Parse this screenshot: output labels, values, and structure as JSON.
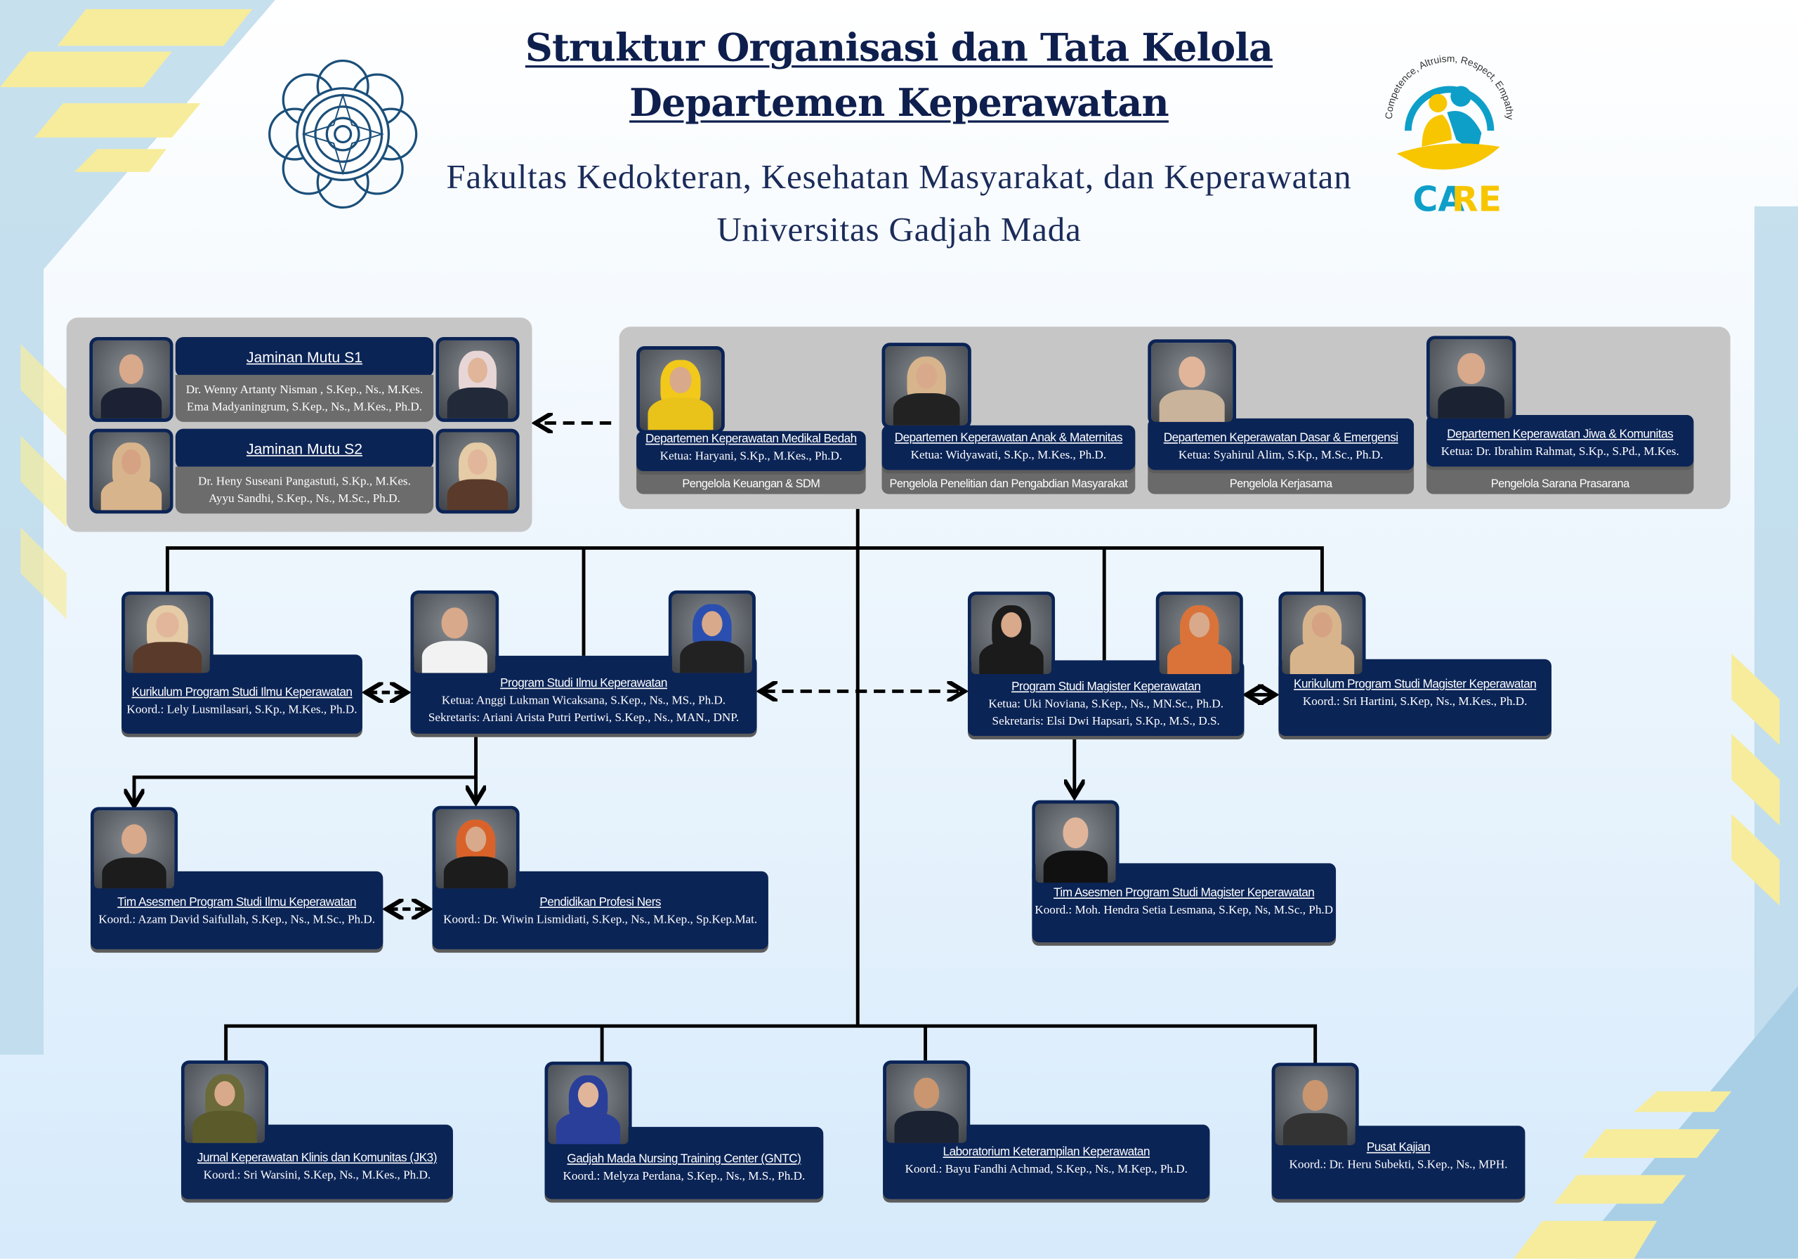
{
  "header": {
    "title_line1": "Struktur Organisasi dan Tata Kelola",
    "title_line2": "Departemen Keperawatan",
    "subtitle_line1": "Fakultas Kedokteran, Kesehatan Masyarakat, dan Keperawatan",
    "subtitle_line2": "Universitas Gadjah Mada"
  },
  "logos": {
    "care_word_left": "CA",
    "care_word_right": "RE",
    "care_tagline": "Competence, Altruism, Respect, Empathy",
    "colors": {
      "care_blue": "#0e9fc9",
      "care_yellow": "#f7c600",
      "ugm_blue": "#1b4f7a"
    }
  },
  "colors": {
    "navy": "#0b2456",
    "gray_box": "#6a6a6a",
    "panel": "#c6c6c6",
    "title": "#0e1f4e"
  },
  "quality_assurance": [
    {
      "title": "Jaminan Mutu S1",
      "members": [
        "Dr. Wenny Artanty Nisman , S.Kep., Ns., M.Kes.",
        "Ema Madyaningrum, S.Kep., Ns., M.Kes., Ph.D."
      ]
    },
    {
      "title": "Jaminan Mutu S2",
      "members": [
        "Dr. Heny Suseani Pangastuti, S.Kp., M.Kes.",
        "Ayyu Sandhi, S.Kep., Ns., M.Sc., Ph.D."
      ]
    }
  ],
  "departments": [
    {
      "title": "Departemen Keperawatan Medikal Bedah",
      "head": "Ketua: Haryani, S.Kp., M.Kes., Ph.D.",
      "role": "Pengelola Keuangan & SDM"
    },
    {
      "title": "Departemen Keperawatan Anak & Maternitas",
      "head": "Ketua: Widyawati, S.Kp., M.Kes., Ph.D.",
      "role": "Pengelola Penelitian dan Pengabdian Masyarakat"
    },
    {
      "title": "Departemen Keperawatan Dasar & Emergensi",
      "head": "Ketua: Syahirul Alim, S.Kp., M.Sc., Ph.D.",
      "role": "Pengelola Kerjasama"
    },
    {
      "title": "Departemen Keperawatan Jiwa & Komunitas",
      "head": "Ketua: Dr. Ibrahim Rahmat, S.Kp., S.Pd., M.Kes.",
      "role": "Pengelola Sarana Prasarana"
    }
  ],
  "units": {
    "kurikulum_psik": {
      "title": "Kurikulum Program Studi Ilmu Keperawatan",
      "lines": [
        "Koord.: Lely Lusmilasari, S.Kp., M.Kes., Ph.D."
      ]
    },
    "psik": {
      "title": "Program Studi Ilmu Keperawatan",
      "lines": [
        "Ketua: Anggi Lukman Wicaksana, S.Kep., Ns., MS., Ph.D.",
        "Sekretaris: Ariani Arista Putri Pertiwi, S.Kep., Ns., MAN., DNP."
      ]
    },
    "psmk": {
      "title": "Program Studi Magister Keperawatan",
      "lines": [
        "Ketua: Uki Noviana, S.Kep., Ns., MN.Sc., Ph.D.",
        "Sekretaris: Elsi Dwi Hapsari, S.Kp., M.S., D.S."
      ]
    },
    "kurikulum_psmk": {
      "title": "Kurikulum Program Studi Magister Keperawatan",
      "lines": [
        "Koord.: Sri Hartini, S.Kep, Ns., M.Kes., Ph.D."
      ]
    },
    "asesmen_psik": {
      "title": "Tim Asesmen Program Studi Ilmu Keperawatan",
      "lines": [
        "Koord.: Azam David Saifullah, S.Kep., Ns., M.Sc., Ph.D."
      ]
    },
    "profesi_ners": {
      "title": "Pendidikan Profesi Ners",
      "lines": [
        "Koord.: Dr. Wiwin Lismidiati, S.Kep., Ns., M.Kep., Sp.Kep.Mat."
      ]
    },
    "asesmen_psmk": {
      "title": "Tim Asesmen Program Studi Magister Keperawatan",
      "lines": [
        "Koord.: Moh. Hendra Setia Lesmana, S.Kep, Ns, M.Sc., Ph.D"
      ]
    },
    "jk3": {
      "title": "Jurnal Keperawatan Klinis dan Komunitas (JK3)",
      "lines": [
        "Koord.: Sri Warsini, S.Kep, Ns., M.Kes., Ph.D."
      ]
    },
    "gntc": {
      "title": "Gadjah Mada Nursing Training Center (GNTC)",
      "lines": [
        "Koord.: Melyza Perdana, S.Kep., Ns., M.S., Ph.D."
      ]
    },
    "lab": {
      "title": "Laboratorium Keterampilan Keperawatan",
      "lines": [
        "Koord.: Bayu Fandhi Achmad, S.Kep., Ns., M.Kep., Ph.D."
      ]
    },
    "pusat_kajian": {
      "title": "Pusat Kajian",
      "lines": [
        "Koord.: Dr. Heru Subekti, S.Kep., Ns., MPH."
      ]
    }
  }
}
